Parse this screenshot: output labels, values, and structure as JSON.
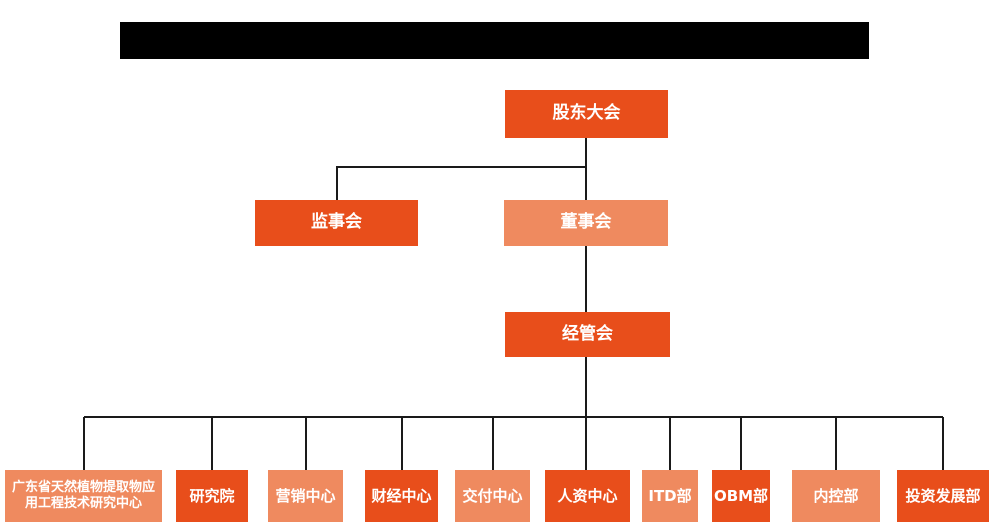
{
  "title_bar": {
    "text": ""
  },
  "colors": {
    "primary": "#e84e1b",
    "secondary": "#ef8a5f",
    "connector": "#1a1a1a",
    "node_text": "#ffffff",
    "redacted_bar": "#000000",
    "background": "#ffffff"
  },
  "org_chart": {
    "type": "organization-hierarchy",
    "level1": {
      "label": "股东大会",
      "variant": "primary"
    },
    "level2": [
      {
        "label": "监事会",
        "variant": "primary"
      },
      {
        "label": "董事会",
        "variant": "secondary"
      }
    ],
    "level3": {
      "label": "经管会",
      "variant": "primary"
    },
    "departments": [
      {
        "label": "广东省天然植物提取物应用工程技术研究中心",
        "variant": "secondary"
      },
      {
        "label": "研究院",
        "variant": "primary"
      },
      {
        "label": "营销中心",
        "variant": "secondary"
      },
      {
        "label": "财经中心",
        "variant": "primary"
      },
      {
        "label": "交付中心",
        "variant": "secondary"
      },
      {
        "label": "人资中心",
        "variant": "primary"
      },
      {
        "label": "ITD部",
        "variant": "secondary"
      },
      {
        "label": "OBM部",
        "variant": "primary"
      },
      {
        "label": "内控部",
        "variant": "secondary"
      },
      {
        "label": "投资发展部",
        "variant": "primary"
      }
    ],
    "edges": [
      "股东大会 -> 监事会",
      "股东大会 -> 董事会",
      "董事会 -> 经管会",
      "经管会 -> 广东省天然植物提取物应用工程技术研究中心",
      "经管会 -> 研究院",
      "经管会 -> 营销中心",
      "经管会 -> 财经中心",
      "经管会 -> 交付中心",
      "经管会 -> 人资中心",
      "经管会 -> ITD部",
      "经管会 -> OBM部",
      "经管会 -> 内控部",
      "经管会 -> 投资发展部"
    ]
  }
}
